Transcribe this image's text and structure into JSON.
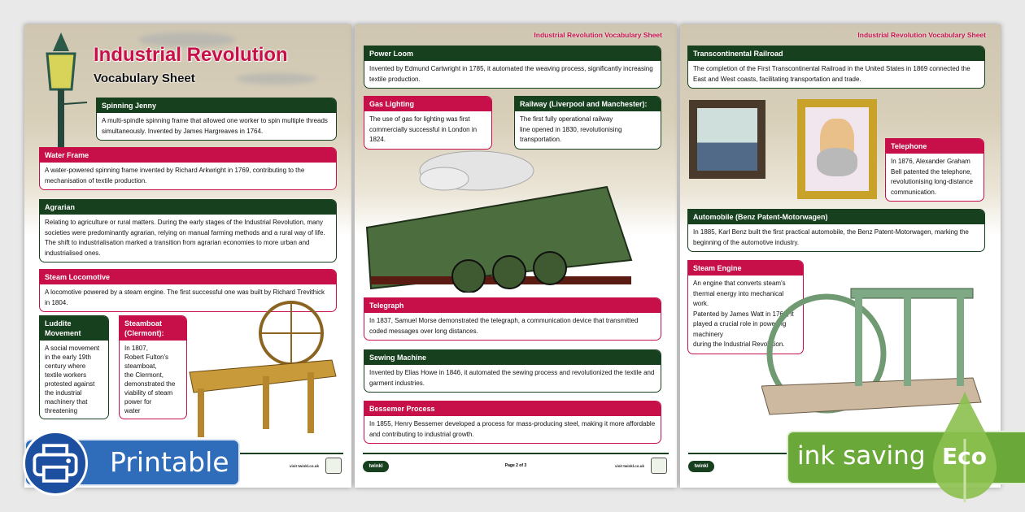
{
  "sheet_title": "Industrial Revolution",
  "sheet_subtitle": "Vocabulary Sheet",
  "running_header": "Industrial Revolution Vocabulary Sheet",
  "footer": {
    "logo": "twinkl",
    "visit": "visit twinkl.co.uk",
    "page_label": "Page 2 of 3"
  },
  "pages": [
    {
      "cards": [
        {
          "term": "Spinning Jenny",
          "color": "green",
          "text": "A multi-spindle spinning frame that allowed one worker to spin multiple threads simultaneously. Invented by James Hargreaves in 1764."
        },
        {
          "term": "Water Frame",
          "color": "pink",
          "text": "A water-powered spinning frame invented by Richard Arkwright in 1769, contributing to the mechanisation of textile production."
        },
        {
          "term": "Agrarian",
          "color": "green",
          "text": "Relating to agriculture or rural matters. During the early stages of the Industrial Revolution, many societies were predominantly agrarian, relying on manual farming methods and a rural way of life. The shift to industrialisation marked a transition from agrarian economies to more urban and industrialised ones."
        },
        {
          "term": "Steam Locomotive",
          "color": "pink",
          "text": "A locomotive powered by a steam engine. The first successful one was built by Richard Trevithick in 1804."
        },
        {
          "term": "Luddite Movement",
          "color": "green",
          "text": "A social movement in the early 19th century where textile workers protested against the industrial machinery that threatening"
        },
        {
          "term": "Steamboat (Clermont):",
          "color": "pink",
          "text": "In 1807,\nRobert Fulton's steamboat,\nthe Clermont, demonstrated the viability of steam power for\nwater"
        }
      ]
    },
    {
      "cards": [
        {
          "term": "Power Loom",
          "color": "green",
          "text": "Invented by Edmund Cartwright in 1785, it automated the weaving process, significantly increasing textile production."
        },
        {
          "term": "Gas Lighting",
          "color": "pink",
          "text": "The use of gas for lighting was first commercially successful in London in 1824."
        },
        {
          "term": "Railway (Liverpool and Manchester):",
          "color": "green",
          "text": "The first fully operational railway\nline opened in 1830, revolutionising transportation."
        },
        {
          "term": "Telegraph",
          "color": "pink",
          "text": "In 1837, Samuel Morse demonstrated the telegraph, a communication device that transmitted coded messages over long distances."
        },
        {
          "term": "Sewing Machine",
          "color": "green",
          "text": "Invented by Elias Howe in 1846, it automated the sewing process and revolutionized the textile and garment industries."
        },
        {
          "term": "Bessemer Process",
          "color": "pink",
          "text": "In 1855, Henry Bessemer developed a process for mass-producing steel, making it more affordable and contributing to industrial growth."
        }
      ]
    },
    {
      "cards": [
        {
          "term": "Transcontinental Railroad",
          "color": "green",
          "text": "The completion of the First Transcontinental Railroad in the United States in 1869 connected the East and West coasts, facilitating transportation and trade."
        },
        {
          "term": "Telephone",
          "color": "pink",
          "text": "In 1876, Alexander Graham Bell patented the telephone, revolutionising long-distance communication."
        },
        {
          "term": "Automobile (Benz Patent-Motorwagen)",
          "color": "green",
          "text": "In 1885, Karl Benz built the first practical automobile, the Benz Patent-Motorwagen, marking the beginning of the automotive industry."
        },
        {
          "term": "Steam Engine",
          "color": "pink",
          "text": "An engine that converts steam's thermal energy into mechanical work.\nPatented by James Watt in 1769, it played a crucial role in powering machinery\nduring the Industrial Revolution."
        }
      ]
    }
  ],
  "badges": {
    "printable": "Printable",
    "ink_saving": "ink saving",
    "eco": "Eco",
    "printable_color": "#2f6dbb",
    "eco_color": "#6aa83a"
  },
  "colors": {
    "green": "#17401f",
    "pink": "#c7104a"
  }
}
